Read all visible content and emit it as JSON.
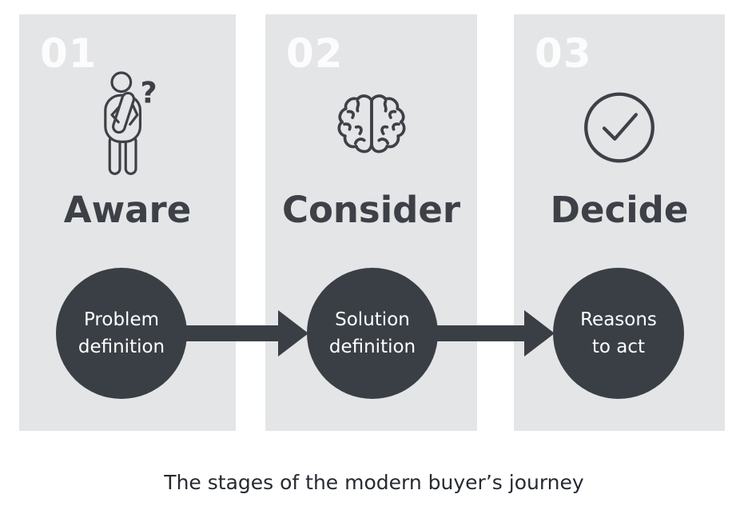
{
  "figure": {
    "caption": "The stages of the modern buyer’s journey"
  },
  "colors": {
    "canvas_bg": "#ffffff",
    "panel_bg": "#e4e5e7",
    "dark_accent": "#3a3f46",
    "icon_stroke": "#3d4147",
    "stage_number": "#fcfcfd",
    "heading_text": "#3d4147",
    "circle_text": "#ffffff",
    "caption_text": "#262a31"
  },
  "stages": [
    {
      "number": "01",
      "title": "Aware",
      "icon": "thinking-person-icon",
      "label_line1": "Problem",
      "label_line2": "definition"
    },
    {
      "number": "02",
      "title": "Consider",
      "icon": "brain-icon",
      "label_line1": "Solution",
      "label_line2": "definition"
    },
    {
      "number": "03",
      "title": "Decide",
      "icon": "check-circle-icon",
      "label_line1": "Reasons",
      "label_line2": "to act"
    }
  ],
  "connectors": [
    {
      "icon": "arrow-right-icon",
      "from": "Aware",
      "to": "Consider"
    },
    {
      "icon": "arrow-right-icon",
      "from": "Consider",
      "to": "Decide"
    }
  ]
}
